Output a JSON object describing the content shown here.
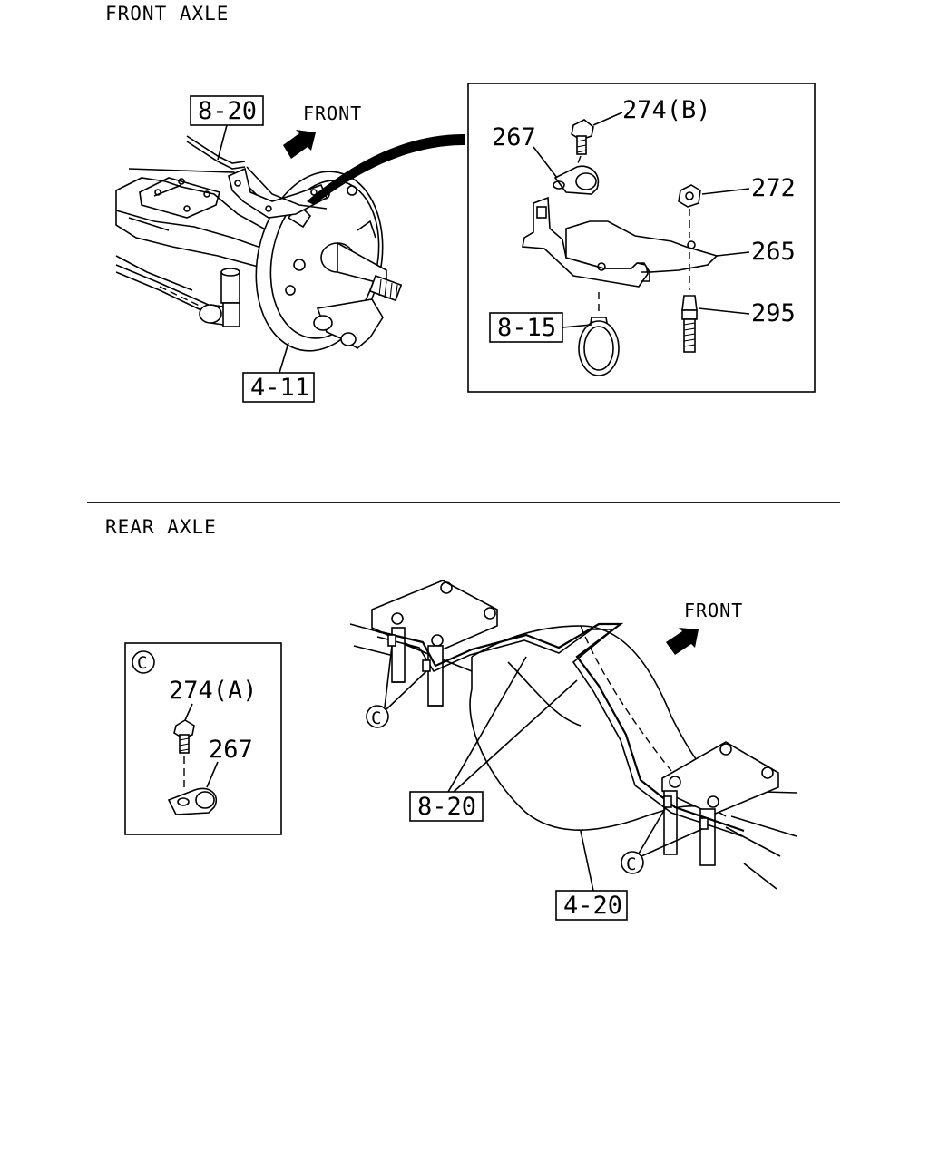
{
  "sections": {
    "front": {
      "title": "FRONT  AXLE",
      "front_label": "FRONT"
    },
    "rear": {
      "title": "REAR  AXLE",
      "front_label": "FRONT"
    }
  },
  "callouts": {
    "front_ref_pipe": "8-20",
    "front_ref_axle": "4-11",
    "detail_ref_clip": "8-15",
    "detail_bolt": "274(B)",
    "detail_clamp": "267",
    "detail_nut": "272",
    "detail_bracket": "265",
    "detail_stud": "295",
    "rear_ref_pipe": "8-20",
    "rear_ref_axle": "4-20",
    "clip_marker": "C",
    "clip_bolt": "274(A)",
    "clip_clamp": "267"
  }
}
